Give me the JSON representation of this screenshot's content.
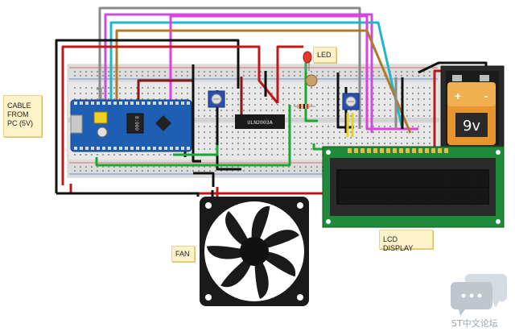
{
  "annotations": {
    "cable_lines": [
      "CABLE",
      "FROM",
      "PC (5V)"
    ],
    "led": "LED",
    "lcd_display": "LCD DISPLAY",
    "fan": "FAN"
  },
  "components": {
    "driver_ic": "ULN2003A",
    "battery_label": "9v",
    "battery_plus": "+",
    "battery_minus": "-",
    "mcu_chip_text": "8:000"
  },
  "watermark": {
    "text": "ST中文论坛",
    "icon": "chat-bubbles-icon"
  },
  "colors": {
    "mcu_board": "#1f5fb3",
    "battery_body": "#e8942f",
    "lcd_screen": "#111111",
    "pcb_green": "#1e8a3a",
    "potentiometer": "#2a4fb0",
    "led": "#e23b2e"
  }
}
